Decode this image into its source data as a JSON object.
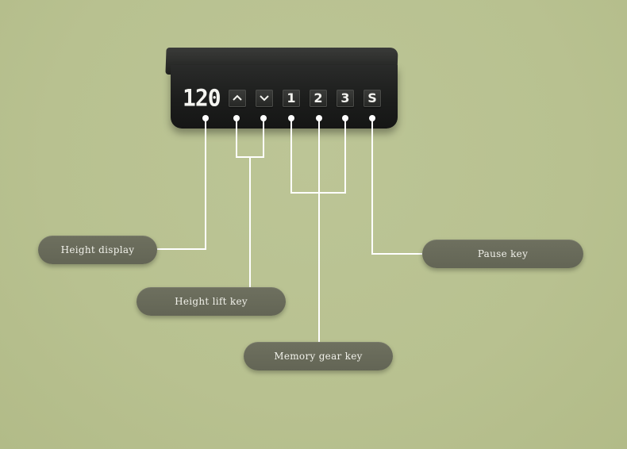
{
  "controller": {
    "height_value": "120",
    "keys": [
      {
        "id": "up",
        "icon": "chevron-up-icon"
      },
      {
        "id": "down",
        "icon": "chevron-down-icon"
      },
      {
        "id": "m1",
        "label": "1"
      },
      {
        "id": "m2",
        "label": "2"
      },
      {
        "id": "m3",
        "label": "3"
      },
      {
        "id": "save",
        "label": "S"
      }
    ]
  },
  "labels": {
    "height_display": "Height display",
    "height_lift_key": "Height lift key",
    "memory_gear_key": "Memory gear key",
    "pause_key": "Pause key"
  },
  "colors": {
    "background": "#b9c291",
    "controller": "#1e1f1e",
    "label_pill": "#676958",
    "leader_line": "#ffffff"
  }
}
